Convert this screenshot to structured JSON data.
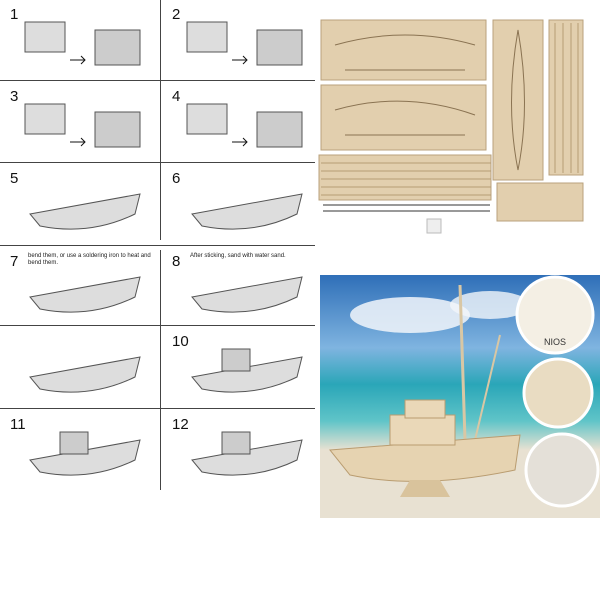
{
  "steps": [
    {
      "number": "1"
    },
    {
      "number": "2"
    },
    {
      "number": "3"
    },
    {
      "number": "4"
    },
    {
      "number": "5"
    },
    {
      "number": "6"
    },
    {
      "number": "7",
      "caption": "bend them, or use a soldering iron to heat and bend them."
    },
    {
      "number": "8",
      "caption": "After sticking, sand with water sand."
    },
    {
      "number": ""
    },
    {
      "number": "10"
    },
    {
      "number": "11"
    },
    {
      "number": "12"
    }
  ],
  "inset_label": "NIOS",
  "colors": {
    "wood": "#e2cfae",
    "sky": "#3b82c8",
    "sea": "#2aa6b8",
    "sand": "#e8e1d2",
    "line": "#444444"
  }
}
